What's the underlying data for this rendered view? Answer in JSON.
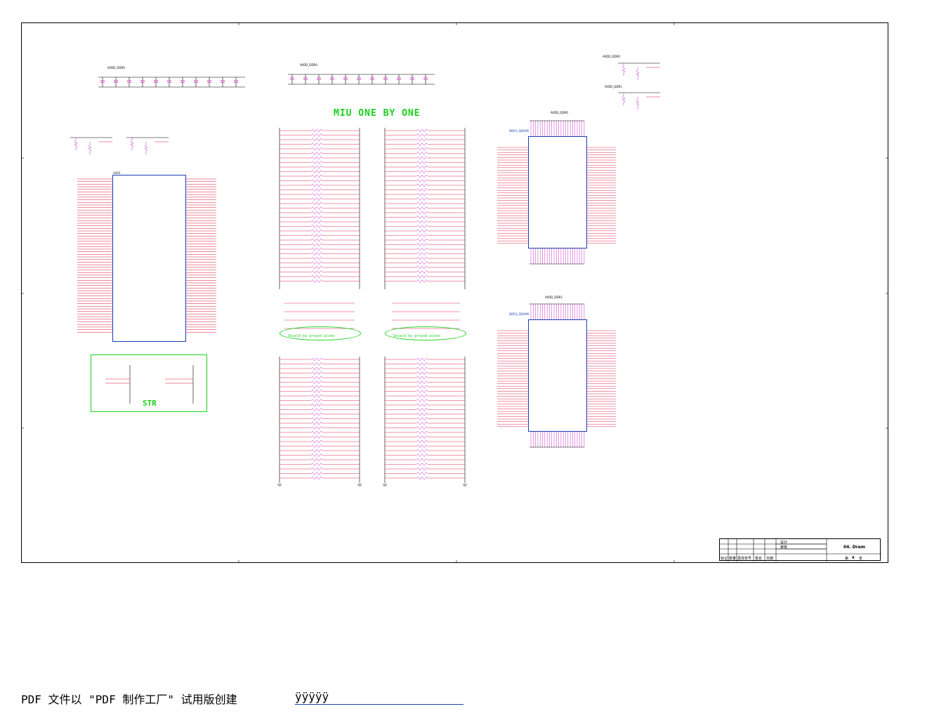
{
  "schematic": {
    "miu_title": "MIU ONE BY ONE",
    "str_title": "STR",
    "shield_labels": [
      "Shield by ground alone",
      "Shield by ground alone"
    ],
    "power_nets": {
      "vdd_top_left": "AVDD_DDR0",
      "vdd_top_mid": "AVDD_DDR0",
      "vdd_right_top": "AVDD_DDR0",
      "vdd_right_bot": "AVDD_DDR1",
      "ddr_chip_top_power": "AVDD_DDR0",
      "ddr_chip_bot_power": "AVDD_DDR1"
    },
    "chips": {
      "main": "U301",
      "ddr_top": "DDR3_SDRAM",
      "ddr_bot": "DDR3_SDRAM"
    }
  },
  "title_block": {
    "row1_col1": "设计",
    "row2_col1": "审核",
    "sheet_title": "04. Dram",
    "footer_labels": [
      "标记",
      "数量",
      "更改单号",
      "签名",
      "日期"
    ],
    "sheet_no_prefix": "第",
    "sheet_no": "4",
    "sheet_no_suffix": "张"
  },
  "footer": {
    "text": "PDF 文件以 \"PDF 制作工厂\" 试用版创建",
    "link": "ÿÿÿÿÿ"
  },
  "colors": {
    "net_red": "#e0143c",
    "pin_blue": "#1a3eb5",
    "resistor_magenta": "#c41cc4",
    "highlight_green": "#19d119",
    "wire_black": "#000000"
  }
}
